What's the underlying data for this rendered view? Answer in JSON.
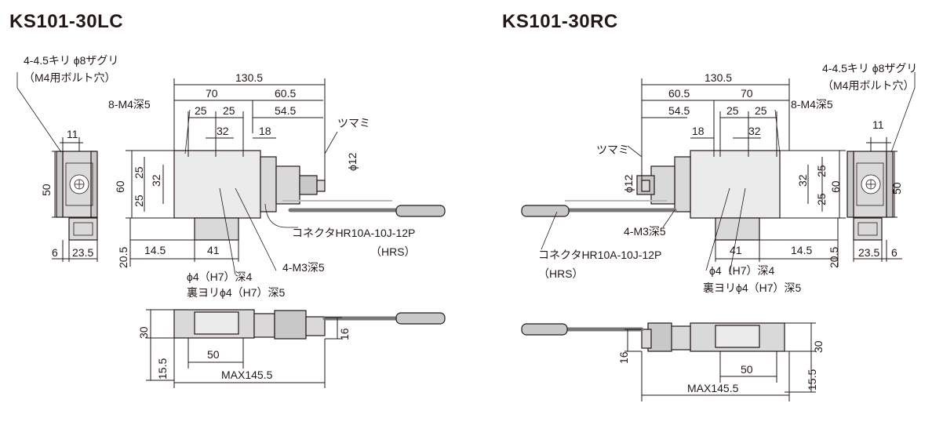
{
  "titles": {
    "left": "KS101-30LC",
    "right": "KS101-30RC"
  },
  "left": {
    "mount_note_1": "4-4.5キリ ϕ8ザグリ",
    "mount_note_2": "（M4用ボルト穴）",
    "tap_note": "8-M4深5",
    "knob": "ツマミ",
    "connector_1": "コネクタHR10A-10J-12P",
    "connector_2": "（HRS）",
    "m3_note": "4-M3深5",
    "pin_note_1": "ϕ4（H7）深4",
    "pin_note_2": "裏ヨリϕ4（H7）深5",
    "dims": {
      "total_width": "130.5",
      "w70": "70",
      "w60_5": "60.5",
      "w54_5": "54.5",
      "w25a": "25",
      "w25b": "25",
      "w32": "32",
      "w18": "18",
      "phi12": "ϕ12",
      "h25a": "25",
      "h32": "32",
      "h25b": "25",
      "h60": "60",
      "side_11": "11",
      "side_50": "50",
      "side_6": "6",
      "side_23_5": "23.5",
      "b20_5": "20.5",
      "b14_5": "14.5",
      "b41": "41",
      "front_30": "30",
      "front_16": "16",
      "front_50": "50",
      "front_15_5": "15.5",
      "max": "MAX145.5"
    }
  },
  "right": {
    "mount_note_1": "4-4.5キリ ϕ8ザグリ",
    "mount_note_2": "（M4用ボルト穴）",
    "tap_note": "8-M4深5",
    "knob": "ツマミ",
    "connector_1": "コネクタHR10A-10J-12P",
    "connector_2": "（HRS）",
    "m3_note": "4-M3深5",
    "pin_note_1": "ϕ4（H7）深4",
    "pin_note_2": "裏ヨリϕ4（H7）深5",
    "dims": {
      "total_width": "130.5",
      "w60_5": "60.5",
      "w70": "70",
      "w54_5": "54.5",
      "w25a": "25",
      "w25b": "25",
      "w18": "18",
      "w32": "32",
      "phi12": "ϕ12",
      "h32": "32",
      "h25a": "25",
      "h25b": "25",
      "h60": "60",
      "side_11": "11",
      "side_50": "50",
      "side_23_5": "23.5",
      "side_6": "6",
      "b41": "41",
      "b14_5": "14.5",
      "b20_5": "20.5",
      "front_16": "16",
      "front_30": "30",
      "front_50": "50",
      "front_15_5": "15.5",
      "max": "MAX145.5"
    }
  }
}
